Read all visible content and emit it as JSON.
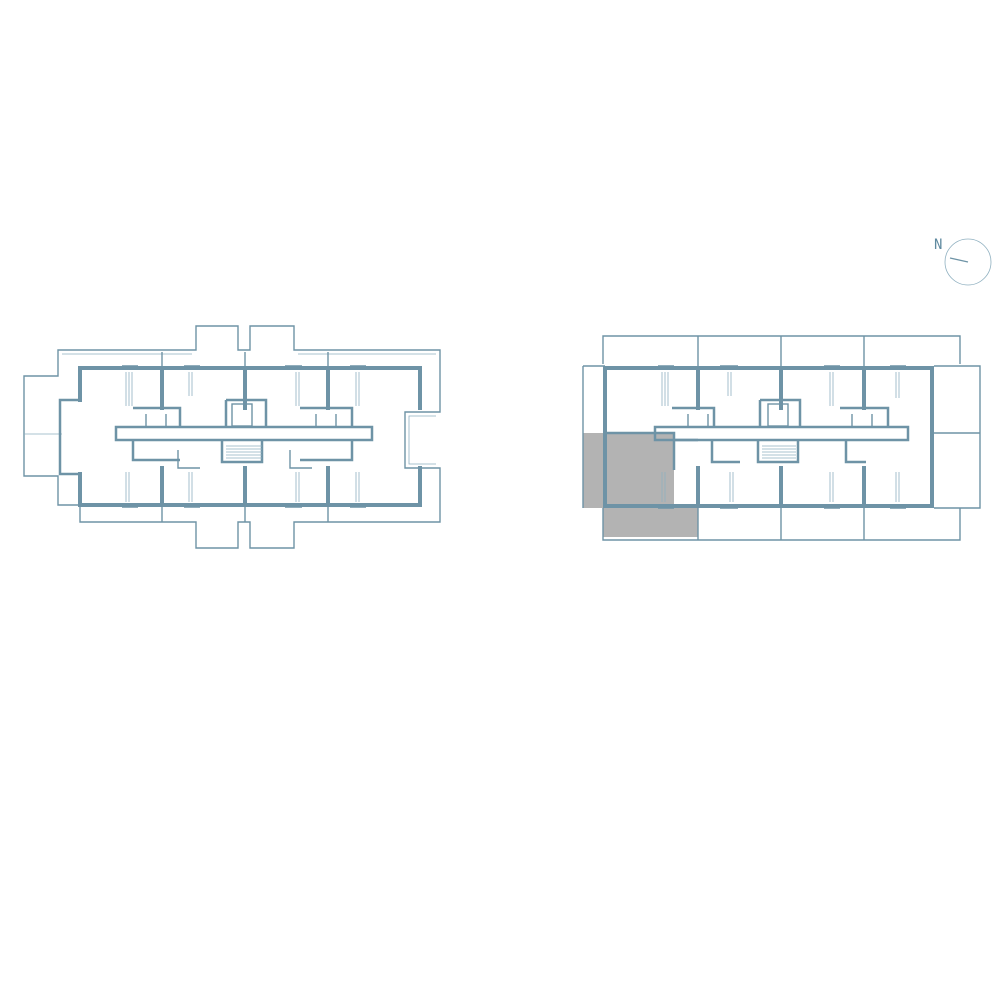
{
  "compass": {
    "label": "N"
  },
  "colors": {
    "line": "#6e93a6",
    "highlight": "#b3b3b3",
    "background": "#ffffff"
  },
  "plans": [
    {
      "name": "left-floor-plan",
      "apartments": 8,
      "highlighted": false
    },
    {
      "name": "right-floor-plan",
      "apartments": 8,
      "highlighted_unit": "west-corner-apartment"
    }
  ]
}
